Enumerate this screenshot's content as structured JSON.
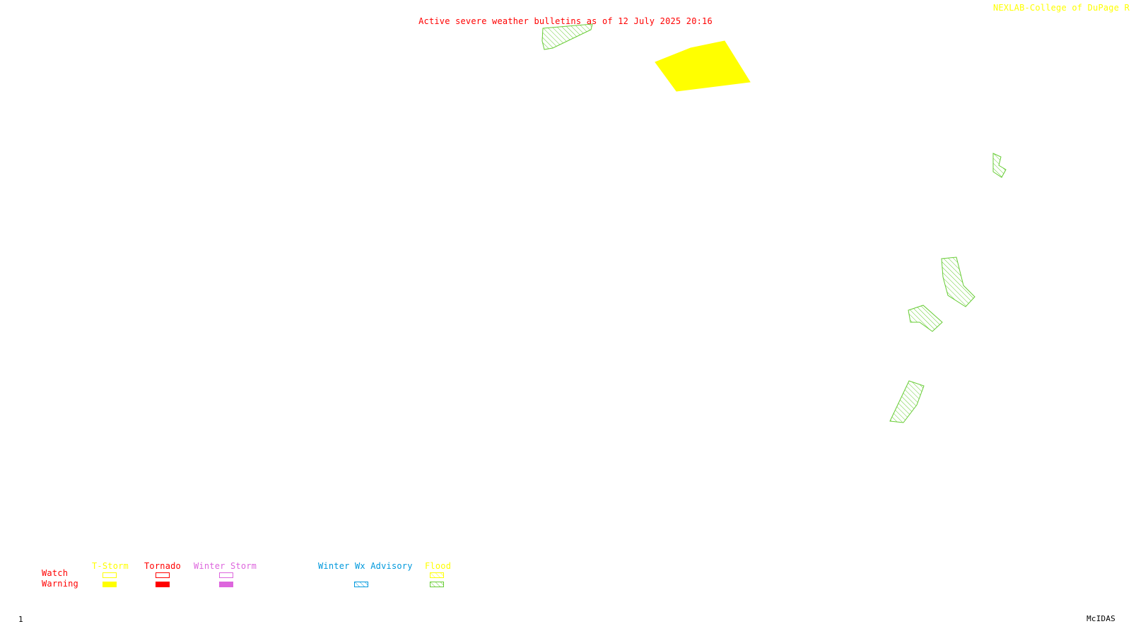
{
  "header": {
    "title": "Active severe weather bulletins as of 12 July 2025 20:16",
    "credit": "NEXLAB-College of DuPage R"
  },
  "footer": {
    "frame_number": "1",
    "software": "McIDAS"
  },
  "legend": {
    "row_labels": {
      "watch": "Watch",
      "warning": "Warning"
    },
    "categories": [
      {
        "key": "tstorm",
        "label": "T-Storm",
        "color": "#ffff00",
        "watch_style": "outline",
        "warning_style": "solid"
      },
      {
        "key": "tornado",
        "label": "Tornado",
        "color": "#ff0000",
        "watch_style": "outline",
        "warning_style": "solid"
      },
      {
        "key": "winter_storm",
        "label": "Winter Storm",
        "color": "#dd66dd",
        "watch_style": "outline",
        "warning_style": "solid"
      },
      {
        "key": "winter_wx_advisory",
        "label": "Winter Wx Advisory",
        "color": "#0099dd",
        "watch_style": "none",
        "warning_style": "hatched"
      },
      {
        "key": "flood",
        "label": "Flood",
        "color": "#ffff00",
        "warning_color": "#66cc33",
        "watch_style": "hatched",
        "warning_style": "hatched"
      }
    ]
  },
  "bulletins": [
    {
      "id": "thunderstorm-warning-polygon",
      "category": "T-Storm",
      "type": "Warning",
      "color": "#ffff00"
    },
    {
      "id": "flood-warning-polygon-1",
      "category": "Flood",
      "type": "Warning",
      "color": "#66cc33"
    },
    {
      "id": "flood-warning-polygon-2",
      "category": "Flood",
      "type": "Warning",
      "color": "#66cc33"
    },
    {
      "id": "flood-warning-polygon-3",
      "category": "Flood",
      "type": "Warning",
      "color": "#66cc33"
    },
    {
      "id": "flood-warning-polygon-4",
      "category": "Flood",
      "type": "Warning",
      "color": "#66cc33"
    },
    {
      "id": "flood-warning-polygon-5",
      "category": "Flood",
      "type": "Warning",
      "color": "#66cc33"
    }
  ]
}
